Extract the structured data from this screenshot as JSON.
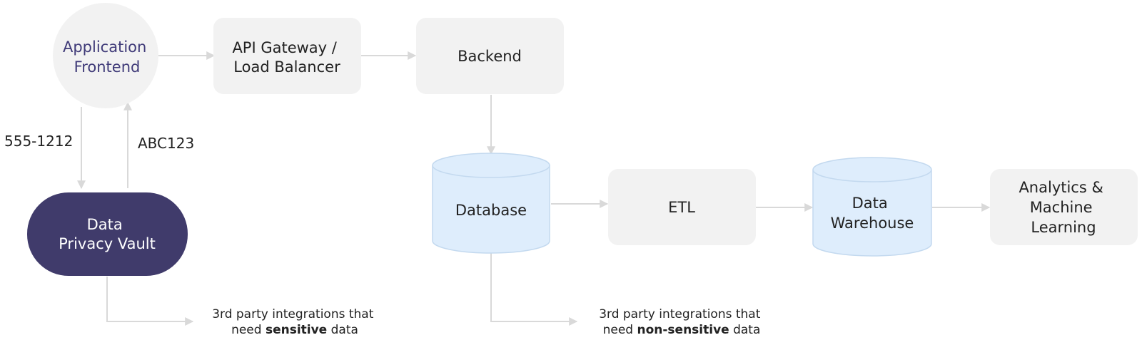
{
  "nodes": {
    "app_frontend": {
      "lines": [
        "Application",
        "Frontend"
      ]
    },
    "api_gateway": {
      "lines": [
        "API Gateway /",
        "Load Balancer"
      ]
    },
    "backend": {
      "lines": [
        "Backend"
      ]
    },
    "vault": {
      "lines": [
        "Data",
        "Privacy Vault"
      ]
    },
    "database": {
      "lines": [
        "Database"
      ]
    },
    "etl": {
      "lines": [
        "ETL"
      ]
    },
    "warehouse": {
      "lines": [
        "Data",
        "Warehouse"
      ]
    },
    "analytics": {
      "lines": [
        "Analytics &",
        "Machine",
        "Learning"
      ]
    }
  },
  "edge_labels": {
    "to_vault": "555-1212",
    "from_vault": "ABC123"
  },
  "notes": {
    "sensitive": {
      "line1": "3rd party integrations that",
      "prefix": "need ",
      "emphasis": "sensitive",
      "suffix": " data"
    },
    "non_sensitive": {
      "line1": "3rd party integrations that",
      "prefix": "need ",
      "emphasis": "non-sensitive",
      "suffix": " data"
    }
  },
  "colors": {
    "box_fill": "#f2f2f2",
    "cylinder_fill": "#deedfc",
    "cylinder_stroke": "#c3d9ef",
    "vault_fill": "#403b6b",
    "app_text": "#3f3a78",
    "edge": "#d9d9d9"
  }
}
